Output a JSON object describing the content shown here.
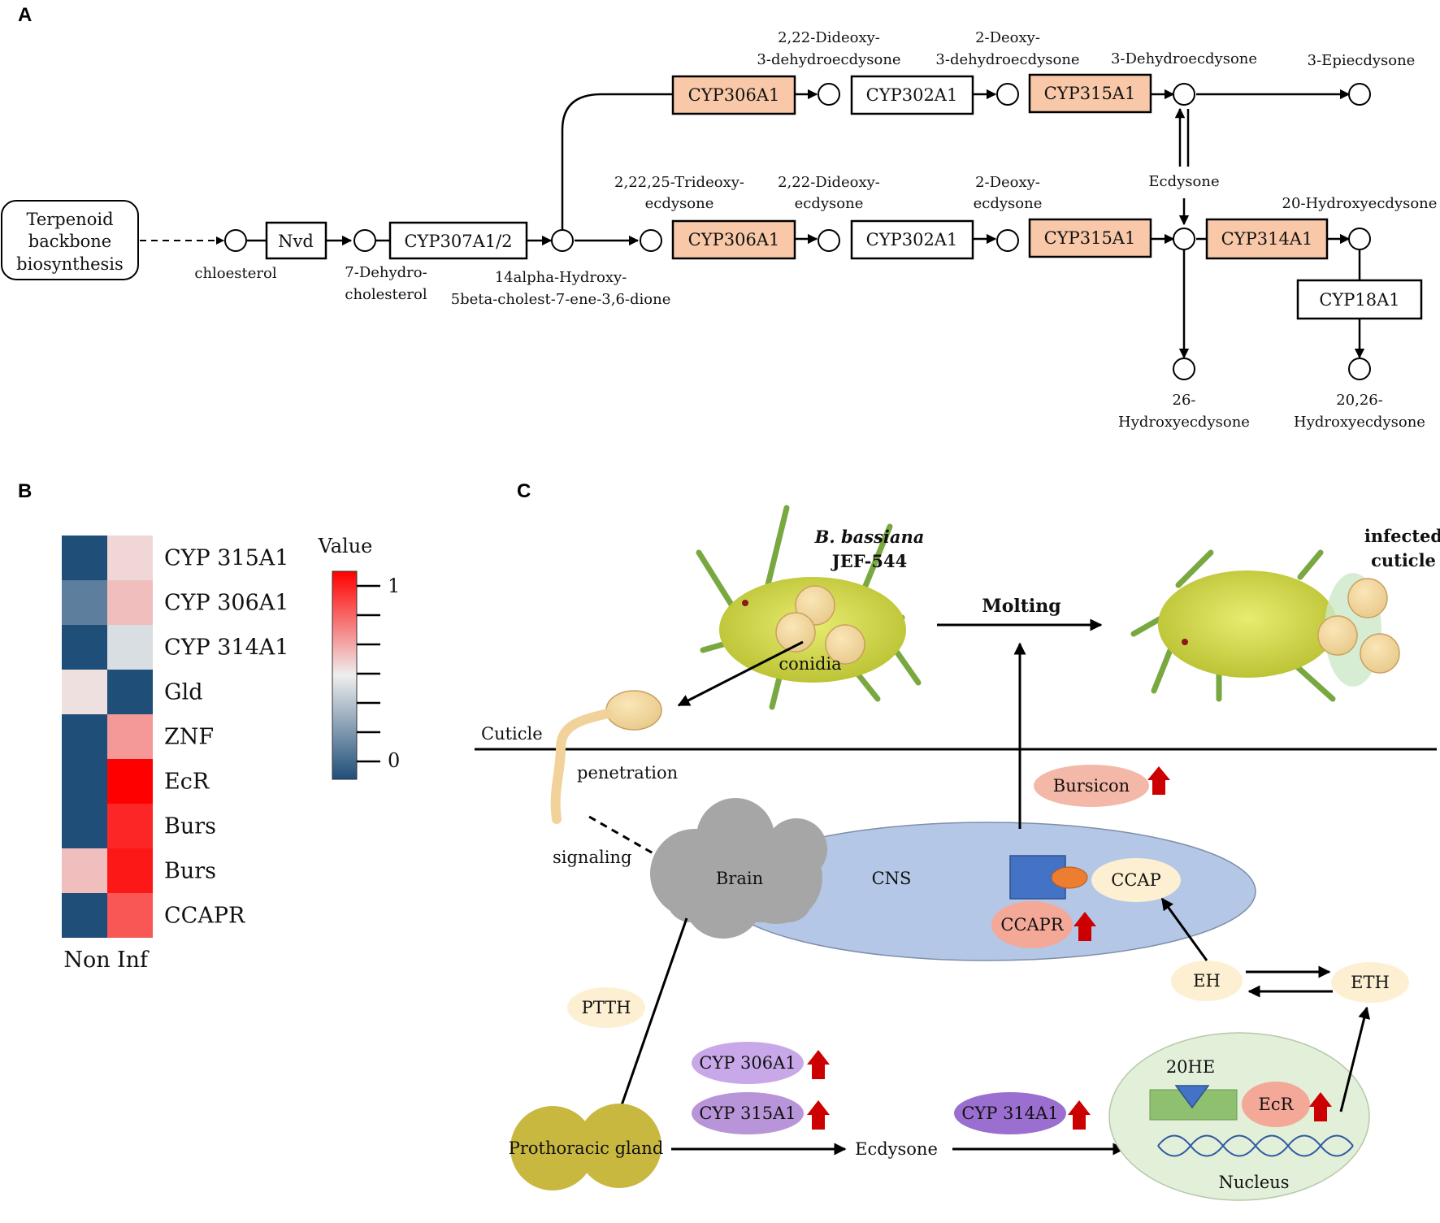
{
  "panels": {
    "a": "A",
    "b": "B",
    "c": "C"
  },
  "colors": {
    "highlight_enzyme": "#f8c8a8",
    "heat_low": "#1f4e79",
    "heat_high": "#ff0000",
    "cns": "#b4c7e7",
    "brain": "#a6a6a6",
    "nucleus": "#e2efd9",
    "prothoracic_gland": "#c8b840",
    "cyp_oval": "#b894d8",
    "up_arrow": "#cc0000"
  },
  "pathway": {
    "source_box": [
      "Terpenoid",
      "backbone",
      "biosynthesis"
    ],
    "enzymes": {
      "nvd": "Nvd",
      "cyp307": "CYP307A1/2",
      "top_306": "CYP306A1",
      "top_302": "CYP302A1",
      "top_315": "CYP315A1",
      "bot_306": "CYP306A1",
      "bot_302": "CYP302A1",
      "bot_315": "CYP315A1",
      "cyp314": "CYP314A1",
      "cyp18": "CYP18A1"
    },
    "compounds": {
      "cholesterol": "chloesterol",
      "dehydro_l1": "7-Dehydro-",
      "dehydro_l2": "cholesterol",
      "hydroxy_l1": "14alpha-Hydroxy-",
      "hydroxy_l2": "5beta-cholest-7-ene-3,6-dione",
      "tri_l1": "2,22,25-Trideoxy-",
      "tri_l2": "ecdysone",
      "dideoxy_l1": "2,22-Dideoxy-",
      "dideoxy_l2": "ecdysone",
      "deoxy_l1": "2-Deoxy-",
      "deoxy_l2": "ecdysone",
      "top_dideoxy_l1": "2,22-Dideoxy-",
      "top_dideoxy_l2": "3-dehydroecdysone",
      "top_deoxy_l1": "2-Deoxy-",
      "top_deoxy_l2": "3-dehydroecdysone",
      "dehydroecdysone": "3-Dehydroecdysone",
      "epiecdysone": "3-Epiecdysone",
      "ecdysone": "Ecdysone",
      "hydroxyecdysone": "20-Hydroxyecdysone",
      "h26_l1": "26-",
      "h26_l2": "Hydroxyecdysone",
      "h2026_l1": "20,26-",
      "h2026_l2": "Hydroxyecdysone"
    }
  },
  "heatmap": {
    "rows": [
      "CYP 315A1",
      "CYP 306A1",
      "CYP 314A1",
      "Gld",
      "ZNF",
      "EcR",
      "Burs",
      "Burs",
      "CCAPR"
    ],
    "columns": [
      "Non",
      "Inf"
    ],
    "values": [
      [
        0.0,
        0.55
      ],
      [
        0.15,
        0.6
      ],
      [
        0.0,
        0.45
      ],
      [
        0.53,
        0.0
      ],
      [
        0.0,
        0.68
      ],
      [
        0.0,
        1.0
      ],
      [
        0.0,
        0.92
      ],
      [
        0.6,
        0.95
      ],
      [
        0.0,
        0.82
      ]
    ],
    "legend_title": "Value",
    "legend_max": "1",
    "legend_min": "0"
  },
  "model": {
    "species_l1": "B. bassiana",
    "species_l2": "JEF-544",
    "infected_l1": "infected",
    "infected_l2": "cuticle",
    "molting": "Molting",
    "conidia": "conidia",
    "cuticle": "Cuticle",
    "penetration": "penetration",
    "signaling": "signaling",
    "brain": "Brain",
    "cns": "CNS",
    "bursicon": "Bursicon",
    "ccap": "CCAP",
    "ccapr": "CCAPR",
    "eh": "EH",
    "eth": "ETH",
    "ptth": "PTTH",
    "cyp306": "CYP 306A1",
    "cyp315": "CYP 315A1",
    "cyp314": "CYP 314A1",
    "prothoracic_gland": "Prothoracic  gland",
    "ecdysone": "Ecdysone",
    "he20": "20HE",
    "ecr": "EcR",
    "nucleus": "Nucleus"
  }
}
